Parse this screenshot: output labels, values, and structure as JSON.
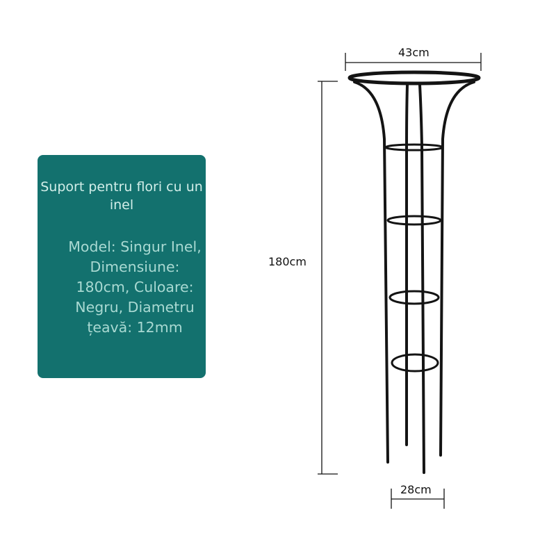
{
  "panel": {
    "title": "Suport pentru flori cu un inel",
    "spec": "Model: Singur Inel, Dimensiune: 180cm, Culoare: Negru, Diametru țeavă: 12mm",
    "background": "#13716e"
  },
  "dimensions": {
    "top_width": "43cm",
    "height": "180cm",
    "bottom_width": "28cm"
  },
  "product": {
    "name": "flower support obelisk",
    "color": "#111111"
  }
}
